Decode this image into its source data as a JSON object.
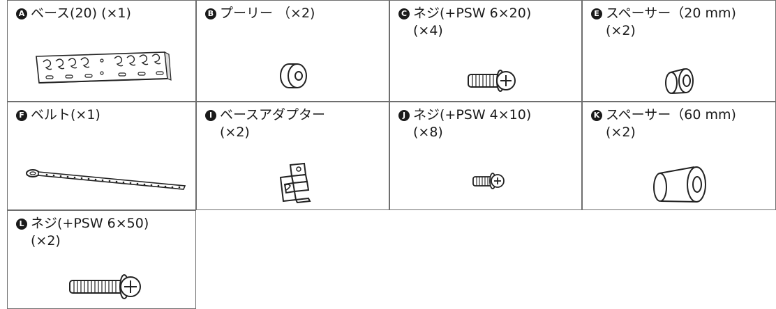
{
  "parts": [
    {
      "letter": "A",
      "line1": "ベース(20) (×1)",
      "line2": "",
      "icon": "base-bracket"
    },
    {
      "letter": "B",
      "line1": "プーリー （×2)",
      "line2": "",
      "icon": "pulley"
    },
    {
      "letter": "C",
      "line1": "ネジ(+PSW 6×20)",
      "line2": "(×4)",
      "icon": "screw"
    },
    {
      "letter": "E",
      "line1": "スペーサー（20 mm)",
      "line2": "(×2)",
      "icon": "spacer-short"
    },
    {
      "letter": "F",
      "line1": "ベルト(×1)",
      "line2": "",
      "icon": "belt"
    },
    {
      "letter": "I",
      "line1": "ベースアダプター",
      "line2": "(×2)",
      "icon": "base-adapter"
    },
    {
      "letter": "J",
      "line1": "ネジ(+PSW 4×10)",
      "line2": "(×8)",
      "icon": "screw-small"
    },
    {
      "letter": "K",
      "line1": "スペーサー（60 mm)",
      "line2": "(×2)",
      "icon": "spacer-long"
    },
    {
      "letter": "L",
      "line1": "ネジ(+PSW 6×50)",
      "line2": "(×2)",
      "icon": "screw-long"
    }
  ]
}
